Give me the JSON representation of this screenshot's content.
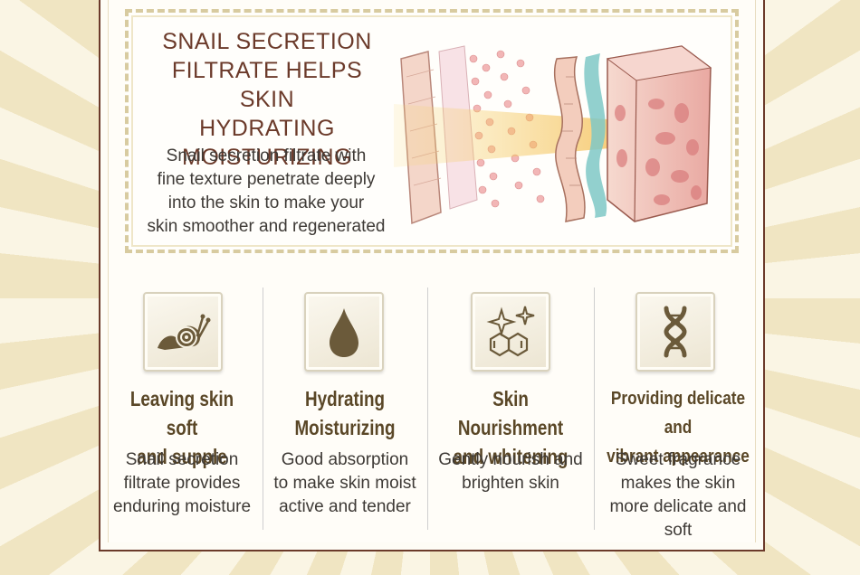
{
  "banner": {
    "title_lines": [
      "SNAIL SECRETION",
      "FILTRATE HELPS SKIN",
      "HYDRATING",
      "MOISTURIZING"
    ],
    "desc_lines": [
      "Snail secretion filtrate with",
      "fine texture penetrate deeply",
      "into the skin to make your",
      "skin smoother and regenerated"
    ]
  },
  "features": [
    {
      "icon": "snail-icon",
      "title_lines": [
        "Leaving skin soft",
        "and supple"
      ],
      "desc_lines": [
        "Snail secretion",
        "filtrate provides",
        "enduring moisture"
      ]
    },
    {
      "icon": "water-drop-icon",
      "title_lines": [
        "Hydrating",
        "Moisturizing"
      ],
      "desc_lines": [
        "Good absorption",
        "to make skin moist",
        "active and tender"
      ]
    },
    {
      "icon": "sparkle-molecule-icon",
      "title_lines": [
        "Skin Nourishment",
        "and whitening"
      ],
      "desc_lines": [
        "Gently nourish and",
        "brighten skin"
      ]
    },
    {
      "icon": "dna-icon",
      "title_lines": [
        "Providing delicate and",
        "vibrant appearance"
      ],
      "desc_lines": [
        "Sweet fragrance",
        "makes the skin",
        "more delicate and",
        "soft"
      ]
    }
  ],
  "colors": {
    "border": "#6b3a2a",
    "title": "#6b3a2a",
    "feature_title": "#5a4727",
    "icon": "#6b5a3a",
    "background": "#f7f0dc"
  }
}
